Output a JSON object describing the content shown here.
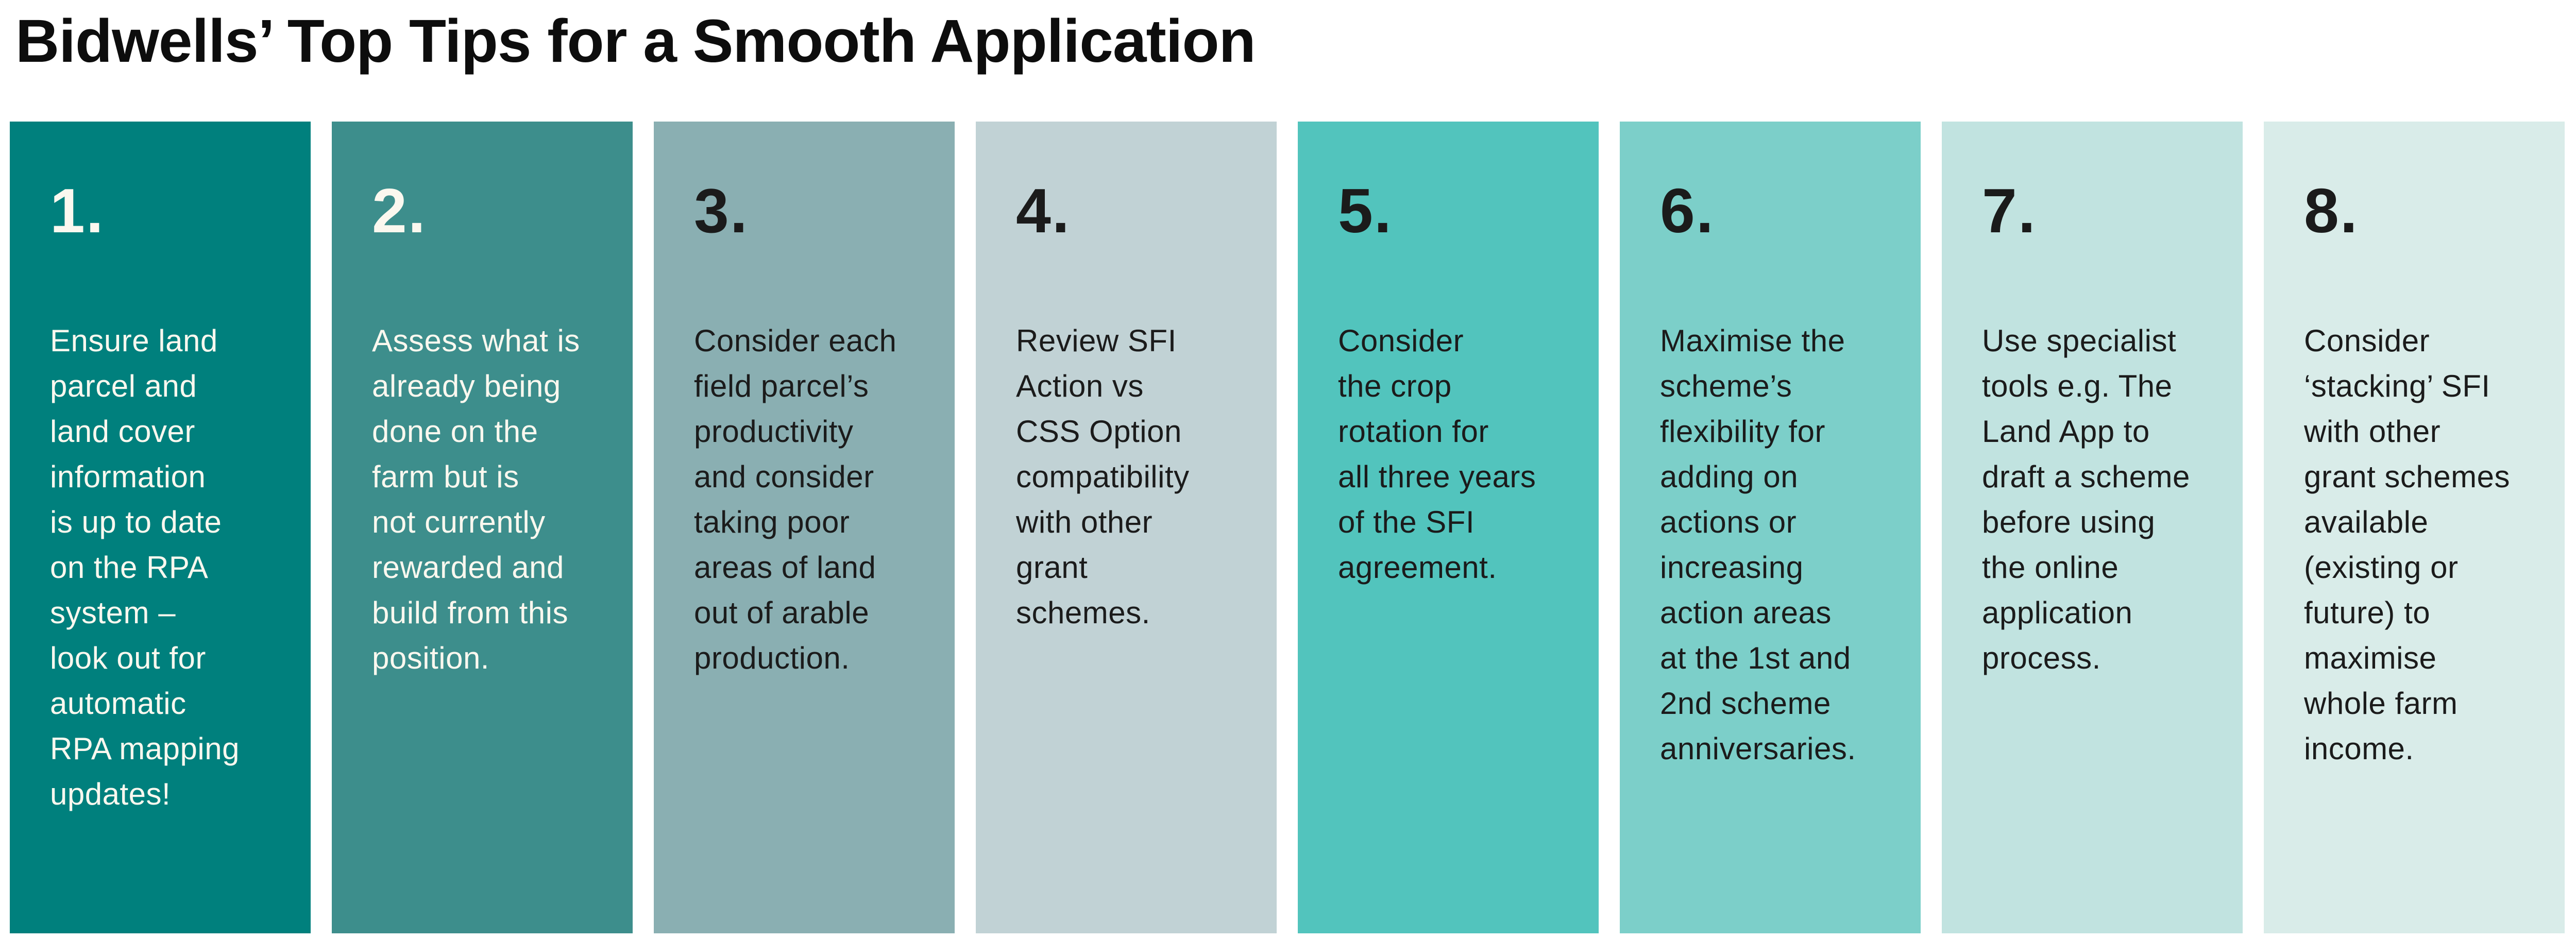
{
  "page": {
    "title": "Bidwells’ Top Tips for a Smooth Application",
    "background": "#ffffff",
    "title_color": "#0d0d0d"
  },
  "cards": [
    {
      "number": "1.",
      "text": "Ensure land\nparcel and\nland cover\ninformation\nis up to date\non the RPA\nsystem –\nlook out for\nautomatic\nRPA mapping\nupdates!",
      "bg": "#00807d",
      "fg": "#fbf8ef"
    },
    {
      "number": "2.",
      "text": "Assess what is\nalready being\ndone on the\nfarm but is\nnot currently\nrewarded and\nbuild from this\nposition.",
      "bg": "#3d8e8c",
      "fg": "#fbf8ef"
    },
    {
      "number": "3.",
      "text": "Consider each\nfield parcel’s\nproductivity\nand consider\ntaking poor\nareas of land\nout of arable\nproduction.",
      "bg": "#8aafb2",
      "fg": "#1b1b1b"
    },
    {
      "number": "4.",
      "text": "Review SFI\nAction vs\nCSS Option\ncompatibility\nwith other\ngrant\nschemes.",
      "bg": "#c1d2d5",
      "fg": "#1b1b1b"
    },
    {
      "number": "5.",
      "text": "Consider\nthe crop\nrotation for\nall three years\nof the SFI\nagreement.",
      "bg": "#52c4bd",
      "fg": "#1b1b1b"
    },
    {
      "number": "6.",
      "text": "Maximise the\nscheme’s\nflexibility for\nadding on\nactions or\nincreasing\naction areas\nat the 1st and\n2nd scheme\nanniversaries.",
      "bg": "#7ccfc9",
      "fg": "#1b1b1b"
    },
    {
      "number": "7.",
      "text": "Use specialist\ntools e.g. The\nLand App to\ndraft a scheme\nbefore using\nthe online\napplication\nprocess.",
      "bg": "#c1e3e0",
      "fg": "#1b1b1b"
    },
    {
      "number": "8.",
      "text": "Consider\n‘stacking’ SFI\nwith other\ngrant schemes\navailable\n(existing or\nfuture) to\nmaximise\nwhole farm\nincome.",
      "bg": "#d9ece9",
      "fg": "#1b1b1b"
    }
  ]
}
